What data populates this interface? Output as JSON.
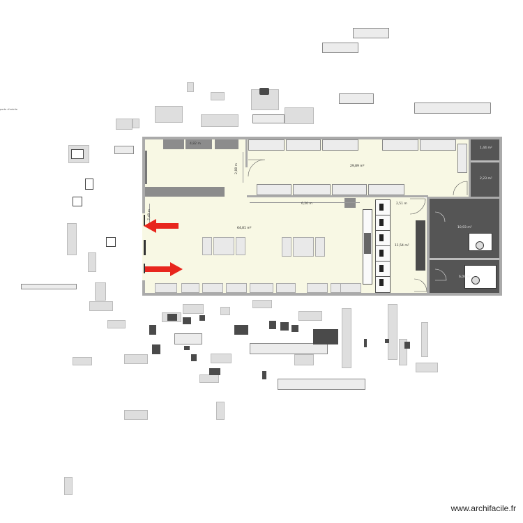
{
  "plan": {
    "rooms": [
      {
        "id": "main",
        "area": "64,81 m²"
      },
      {
        "id": "back",
        "area": "29,89 m²"
      },
      {
        "id": "cabins",
        "area": "11,54 m²"
      },
      {
        "id": "office1",
        "area": "10,93 m²"
      },
      {
        "id": "office2",
        "area": "6,09 m²"
      },
      {
        "id": "small1",
        "area": "1,44 m²"
      },
      {
        "id": "small2",
        "area": "2,23 m²"
      }
    ],
    "dimensions": {
      "d1": "4,82 m",
      "d2": "2,88 m",
      "d3": "6,20 m",
      "d4": "2,51 m",
      "d5": "7,49 m"
    },
    "side_label": "porte d'entrée",
    "watermark": "www.archifacile.fr"
  },
  "colors": {
    "floor": "#f8f8e4",
    "wall": "#a6a6a6",
    "office": "#555555",
    "arrow": "#e8261d"
  }
}
